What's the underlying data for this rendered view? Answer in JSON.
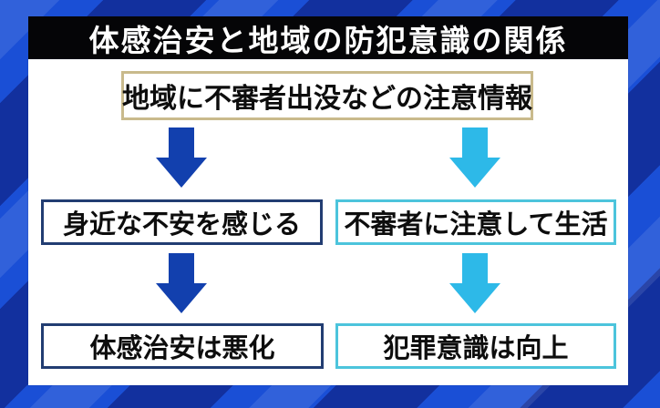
{
  "title_bar": {
    "label": "体感治安と地域の防犯意識の関係"
  },
  "colors": {
    "stripe_bright": "#1a4fd6",
    "stripe_dark": "#12309e",
    "panel_bg": "#ffffff",
    "title_bg": "#050507",
    "title_fg": "#ffffff",
    "source_border": "#c9ba8c",
    "left_accent": "#1240ae",
    "left_border": "#223d72",
    "right_accent": "#2db9e8",
    "right_border": "#4cc4dc",
    "text": "#0d0d0d"
  },
  "diagram": {
    "source": {
      "label": "地域に不審者出没などの注意情報"
    },
    "left_flow": {
      "steps": [
        "身近な不安を感じる",
        "体感治安は悪化"
      ]
    },
    "right_flow": {
      "steps": [
        "不審者に注意して生活",
        "犯罪意識は向上"
      ]
    }
  }
}
